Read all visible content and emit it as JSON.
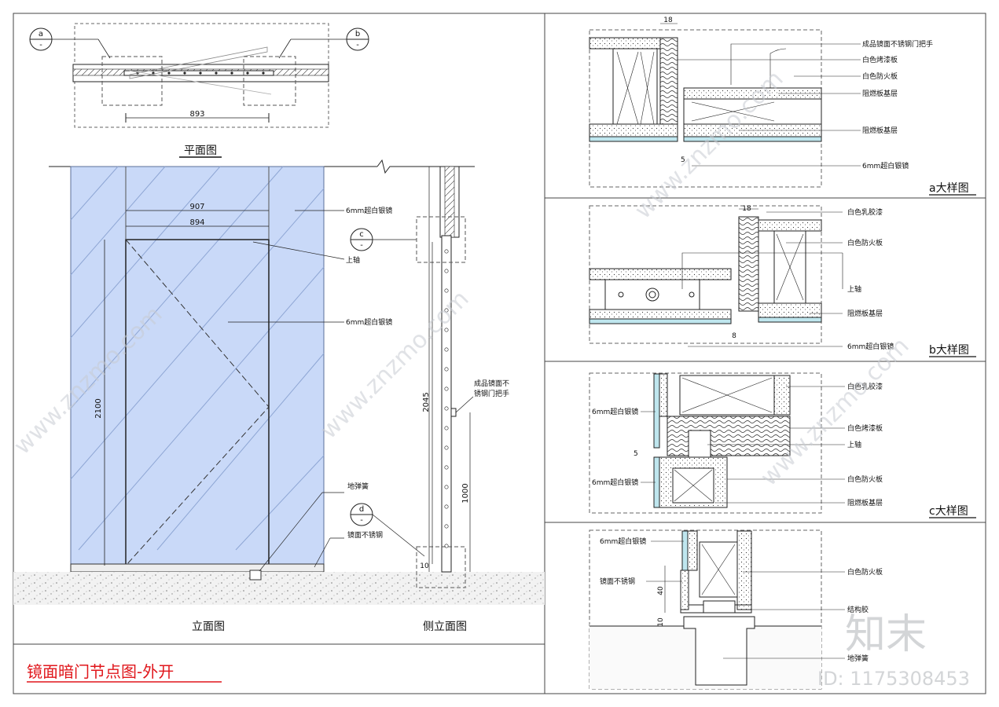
{
  "sheet_title": "镜面暗门节点图-外开",
  "views": {
    "plan": "平面图",
    "elevation": "立面图",
    "side_elevation": "侧立面图",
    "detail_a": "a大样图",
    "detail_b": "b大样图",
    "detail_c": "c大样图"
  },
  "callouts": {
    "a": "a",
    "b": "b",
    "c": "c",
    "d": "d",
    "dash": "-"
  },
  "dims": {
    "plan_width": "893",
    "door_outer": "907",
    "door_inner": "894",
    "height_2100": "2100",
    "height_2045": "2045",
    "height_1000": "1000",
    "bottom_10": "10",
    "bottom_40": "40",
    "a_18": "18",
    "a_5": "5",
    "b_18": "18",
    "b_8": "8",
    "c_5": "5",
    "d_40": "40",
    "d_10": "10"
  },
  "elevation_labels": {
    "mirror_top": "6mm超白银镜",
    "top_pivot": "上轴",
    "mirror_mid": "6mm超白银镜",
    "floor_spring": "地弹簧",
    "stainless": "镜面不锈钢",
    "handle": "成品镜面不锈钢门把手"
  },
  "detail_a_labels": [
    "成品镜面不锈钢门把手",
    "白色烤漆板",
    "白色防火板",
    "阻燃板基层",
    "阻燃板基层",
    "6mm超白银镜"
  ],
  "detail_b_labels": [
    "白色乳胶漆",
    "白色防火板",
    "上轴",
    "阻燃板基层",
    "6mm超白银镜"
  ],
  "detail_c_labels": {
    "right": [
      "白色乳胶漆",
      "白色烤漆板",
      "上轴",
      "白色防火板",
      "阻燃板基层"
    ],
    "left": [
      "6mm超白银镜",
      "6mm超白银镜"
    ]
  },
  "detail_d_labels": {
    "left": [
      "6mm超白银镜",
      "镜面不锈钢"
    ],
    "right": [
      "白色防火板",
      "地弹簧"
    ],
    "partial": "结构胶"
  },
  "watermark": {
    "site": "www.znzmo.com",
    "brand": "知末",
    "id": "ID: 1175308453"
  },
  "colors": {
    "mirror_fill": "#c9d9f8",
    "title_red": "#e0161b",
    "glass_blue": "#bfe6ee"
  }
}
